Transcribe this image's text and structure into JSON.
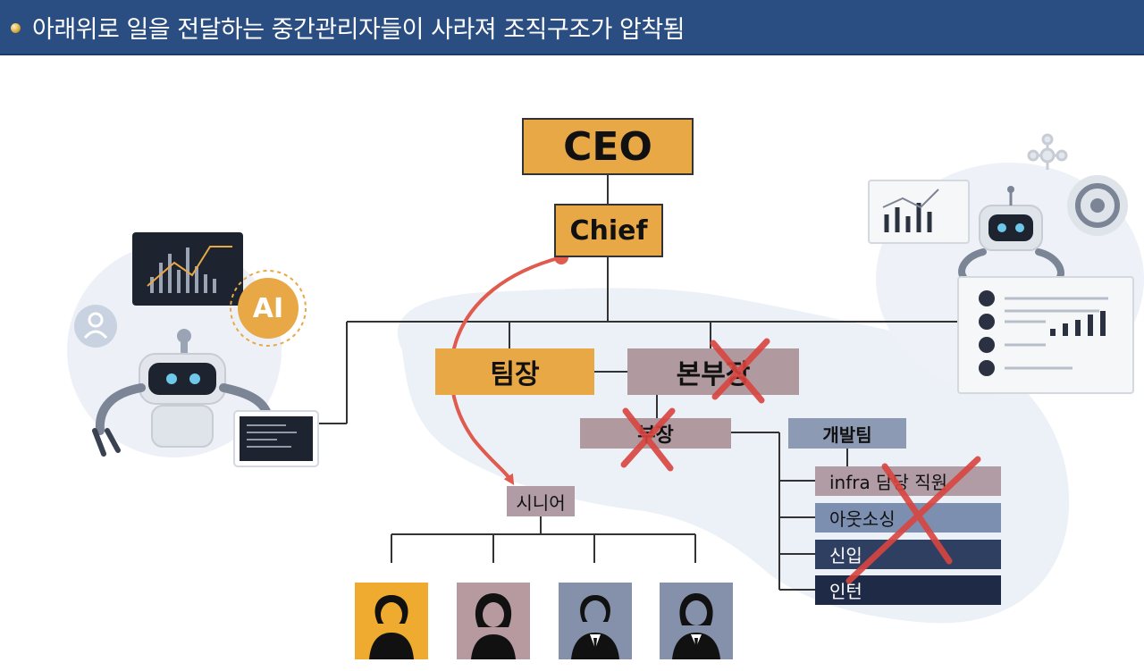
{
  "header": {
    "title": "아래위로 일을 전달하는 중간관리자들이 사라져 조직구조가 압착됨"
  },
  "org": {
    "ceo": "CEO",
    "chief": "Chief",
    "team_lead": "팀장",
    "division_head": "본부장",
    "manager": "부장",
    "dev_team": "개발팀",
    "senior": "시니어",
    "dev_members": [
      "infra 담당 직원",
      "아웃소싱",
      "신입",
      "인턴"
    ]
  },
  "ai_badge": "AI",
  "colors": {
    "header_bg": "#2b4e82",
    "ceo": "#e9a846",
    "removed": "#b09aa0",
    "arrow": "#e05a4e",
    "cross": "#d9453f"
  }
}
